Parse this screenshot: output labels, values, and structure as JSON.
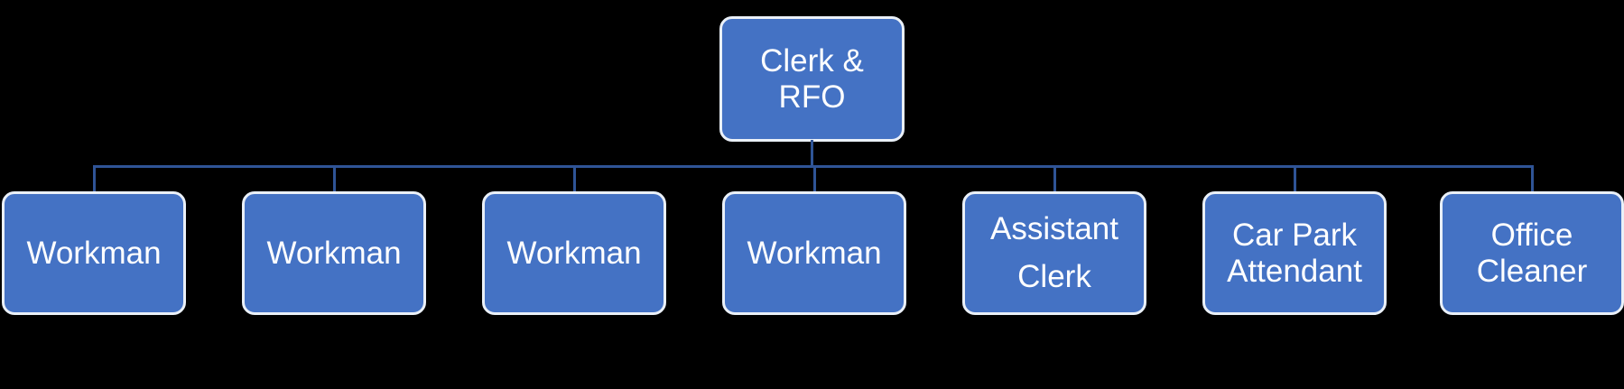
{
  "org_chart": {
    "root": {
      "label": "Clerk &\nRFO",
      "role": "Clerk & RFO"
    },
    "children": [
      {
        "label": "Workman"
      },
      {
        "label": "Workman"
      },
      {
        "label": "Workman"
      },
      {
        "label": "Workman"
      },
      {
        "label": "Assistant\nClerk"
      },
      {
        "label": "Car Park\nAttendant"
      },
      {
        "label": "Office\nCleaner"
      }
    ],
    "colors": {
      "node_fill": "#4472C4",
      "node_border": "#EAF0F8",
      "connector_line": "#2F5496",
      "text": "#FFFFFF",
      "background": "#000000"
    }
  }
}
